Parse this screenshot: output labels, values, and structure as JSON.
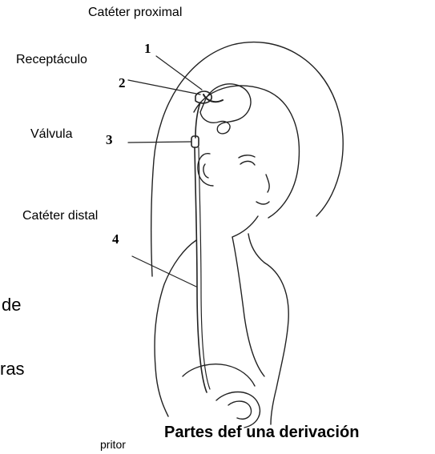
{
  "labels": {
    "proximal": "Catéter proximal",
    "receptaculo": "Receptáculo",
    "valvula": "Válvula",
    "distal": "Catéter distal"
  },
  "numbers": {
    "n1": "1",
    "n2": "2",
    "n3": "3",
    "n4": "4"
  },
  "fragments": {
    "de": "de",
    "ras": "ras",
    "pritor": "pritor"
  },
  "caption": "Partes def una derivación"
}
